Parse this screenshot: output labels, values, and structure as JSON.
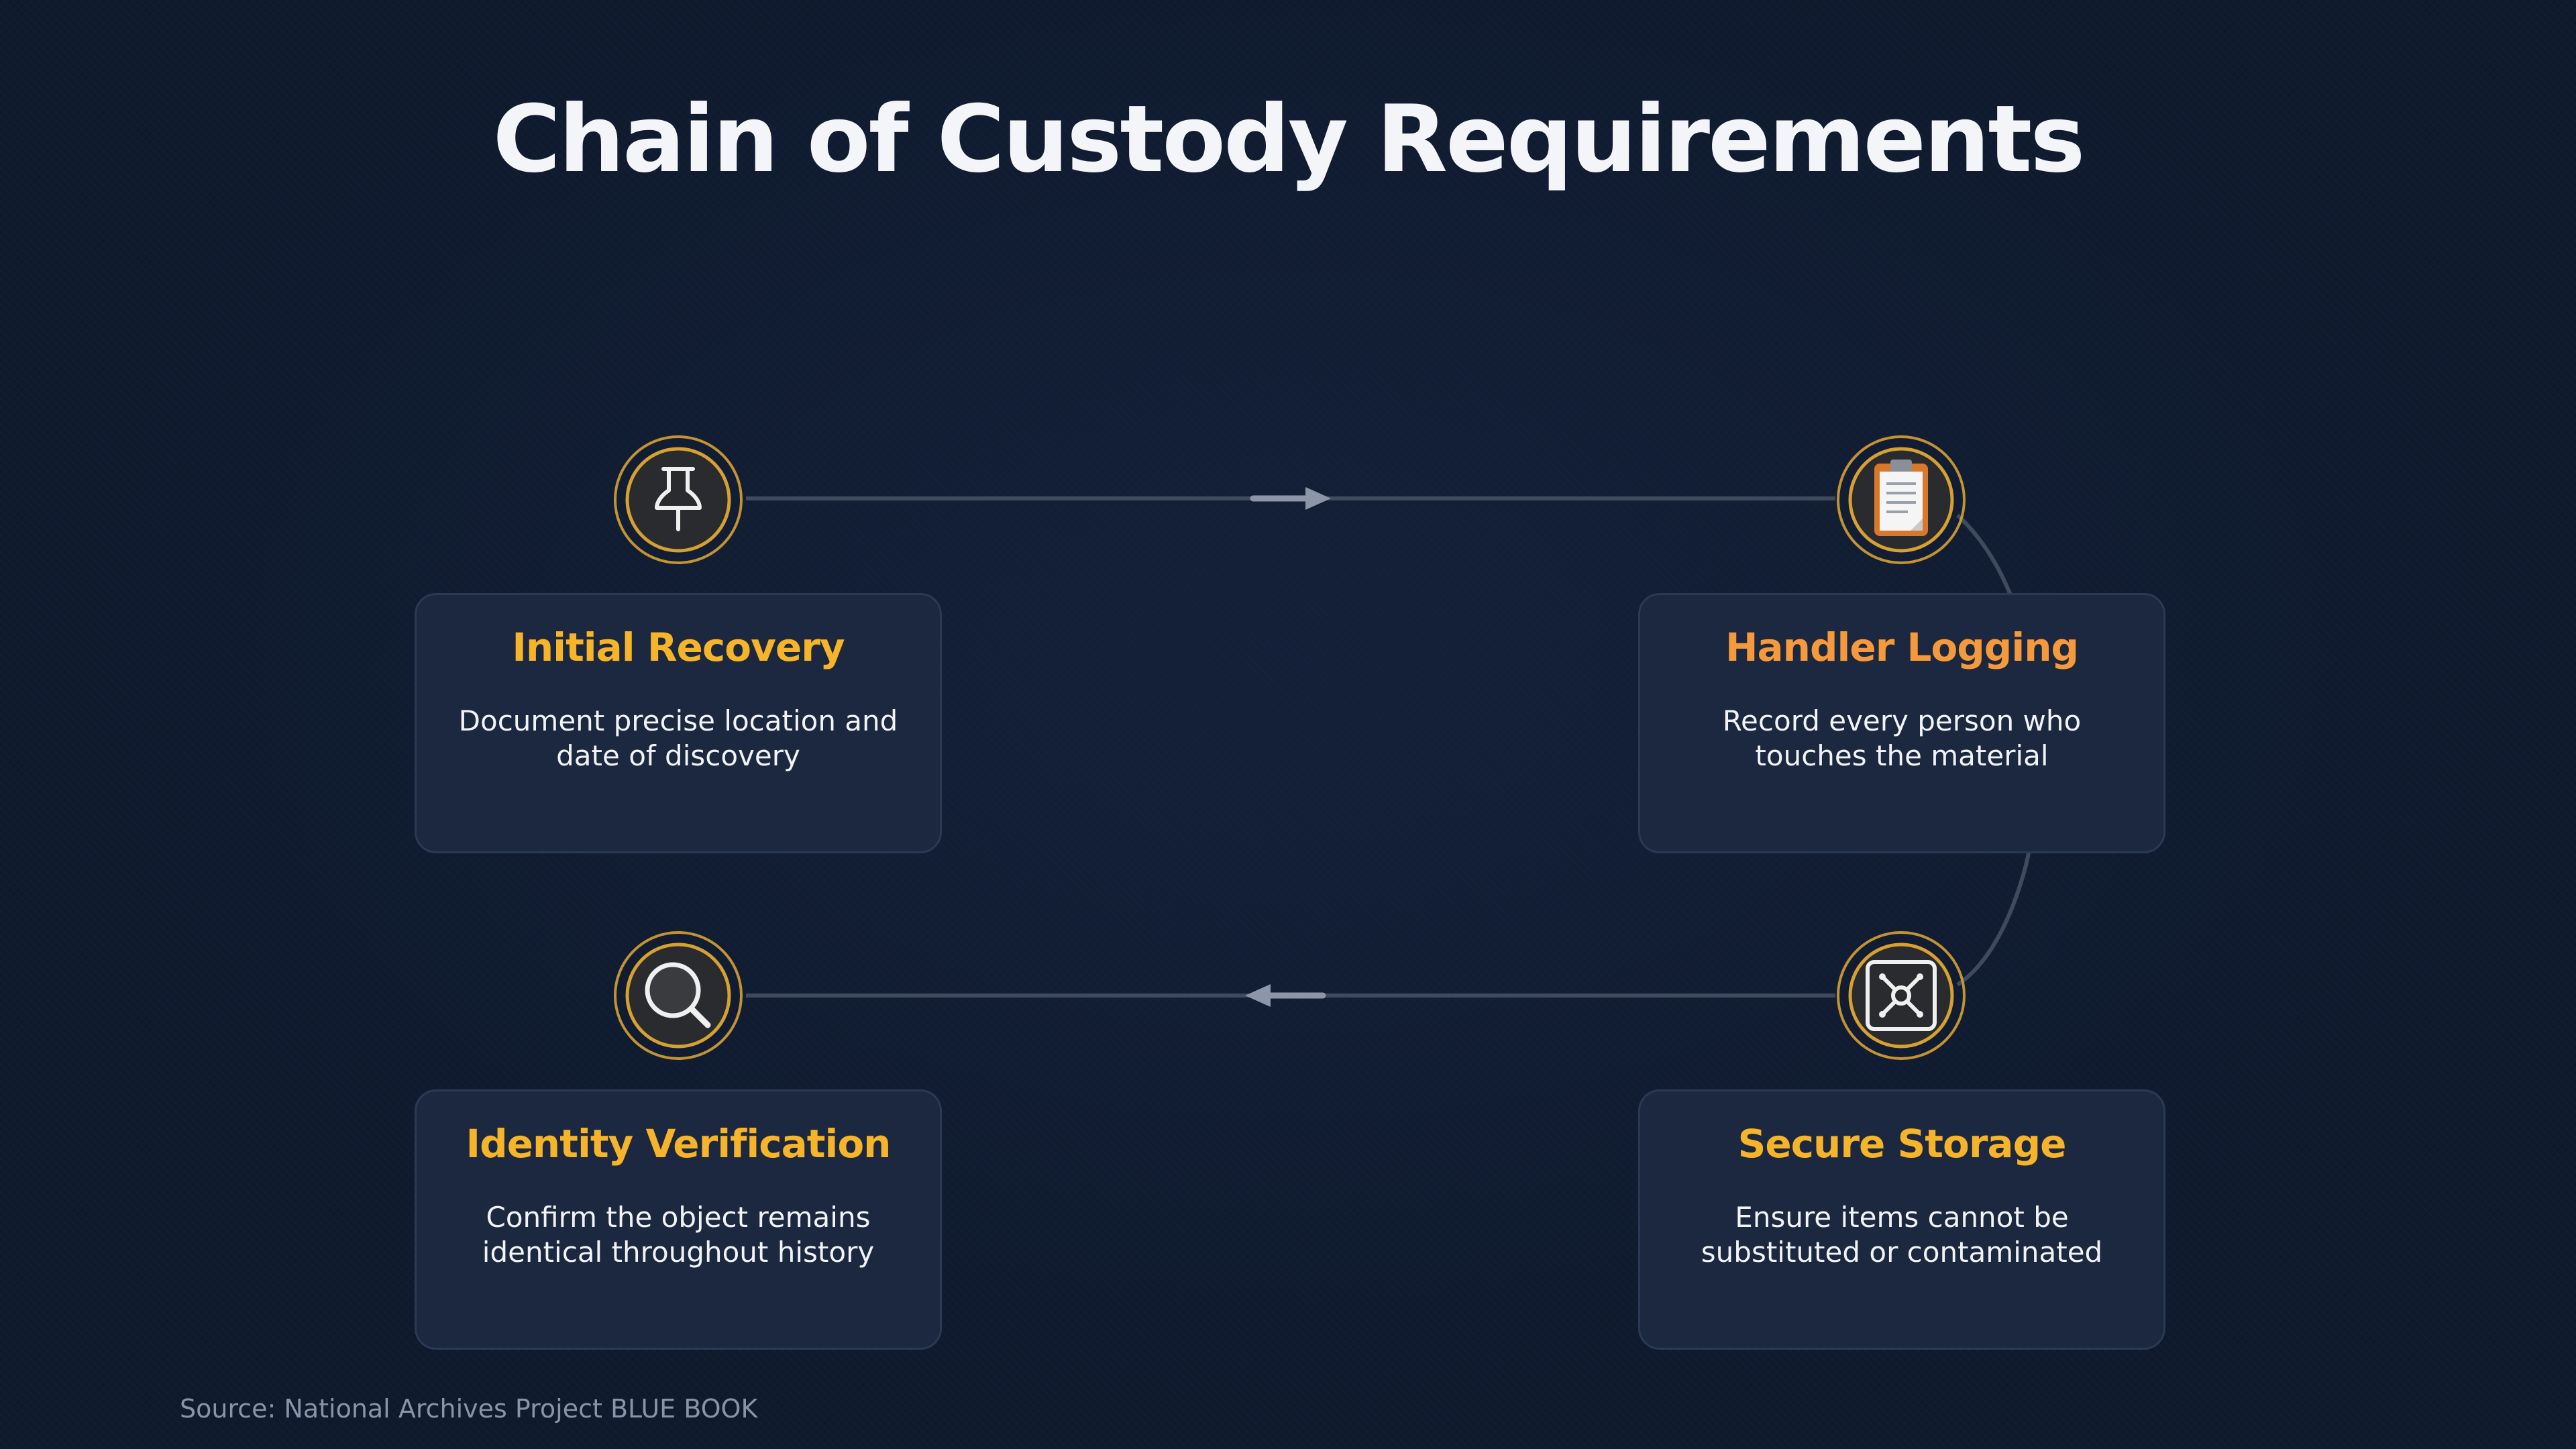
{
  "title": "Chain of Custody Requirements",
  "steps": [
    {
      "title": "Initial Recovery",
      "description": "Document precise location and date of discovery",
      "icon": "pushpin-icon",
      "title_color": "#f5b42a"
    },
    {
      "title": "Handler Logging",
      "description": "Record every person who touches the material",
      "icon": "clipboard-icon",
      "title_color": "#f59a3c"
    },
    {
      "title": "Secure Storage",
      "description": "Ensure items cannot be substituted or contaminated",
      "icon": "vault-icon",
      "title_color": "#f5b42a"
    },
    {
      "title": "Identity Verification",
      "description": "Confirm the object remains identical throughout history",
      "icon": "magnifying-glass-icon",
      "title_color": "#f5b42a"
    }
  ],
  "source": "Source: National Archives Project BLUE BOOK",
  "colors": {
    "background": "#0f1a2e",
    "card": "#1c2840",
    "accent_gold": "#d7a032",
    "accent_orange": "#f59a3c",
    "connector": "#3f4a5e",
    "arrow": "#8c96a8"
  }
}
